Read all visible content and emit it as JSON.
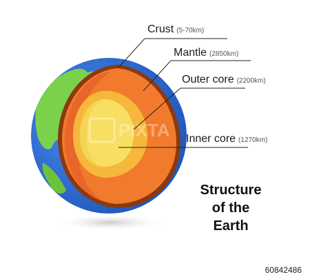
{
  "labels": {
    "crust": {
      "name": "Crust",
      "value": "(5-70km)"
    },
    "mantle": {
      "name": "Mantle",
      "value": "(2850km)"
    },
    "outer": {
      "name": "Outer core",
      "value": "(2200km)"
    },
    "inner": {
      "name": "Inner core",
      "value": "(1270km)"
    }
  },
  "title": {
    "line1": "Structure",
    "line2": "of the",
    "line3": "Earth"
  },
  "watermark": "PIXTA",
  "stock_id": "60842486",
  "colors": {
    "ocean": "#2f6fd0",
    "land": "#7bd24a",
    "crust": "#8a3a10",
    "mantle": "#f27a2c",
    "outer_core": "#f6b83c",
    "inner_core": "#f8df63"
  }
}
